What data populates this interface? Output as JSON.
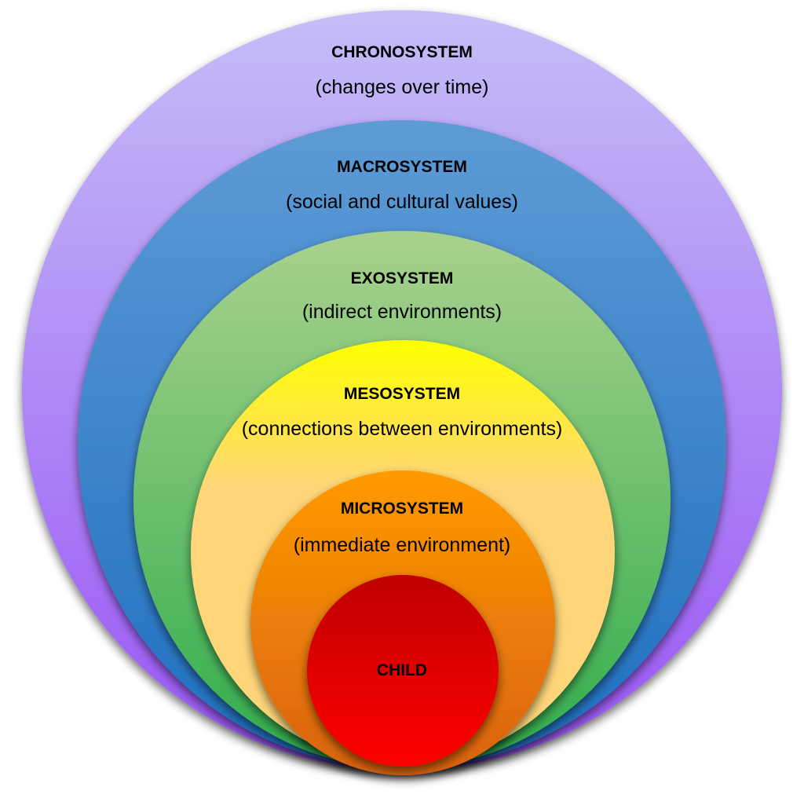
{
  "diagram": {
    "type": "nested-circles",
    "layers": [
      {
        "id": "chronosystem",
        "title": "CHRONOSYSTEM",
        "subtitle": "(changes over time)",
        "color_top": "#c5bdf7",
        "color_bottom": "#9a55f5"
      },
      {
        "id": "macrosystem",
        "title": "MACROSYSTEM",
        "subtitle": "(social and cultural values)",
        "color_top": "#5d9bd5",
        "color_bottom": "#1f6fc0"
      },
      {
        "id": "exosystem",
        "title": "EXOSYSTEM",
        "subtitle": "(indirect environments)",
        "color_top": "#a9d18e",
        "color_bottom": "#2fad4c"
      },
      {
        "id": "mesosystem",
        "title": "MESOSYSTEM",
        "subtitle": "(connections between environments)",
        "color_top": "#ffff00",
        "color_bottom": "#ffd57a"
      },
      {
        "id": "microsystem",
        "title": "MICROSYSTEM",
        "subtitle": "(immediate environment)",
        "color_top": "#ff9a00",
        "color_bottom": "#d9620f"
      },
      {
        "id": "child",
        "title": "CHILD",
        "subtitle": "",
        "color_top": "#c00000",
        "color_bottom": "#ff0000"
      }
    ]
  }
}
